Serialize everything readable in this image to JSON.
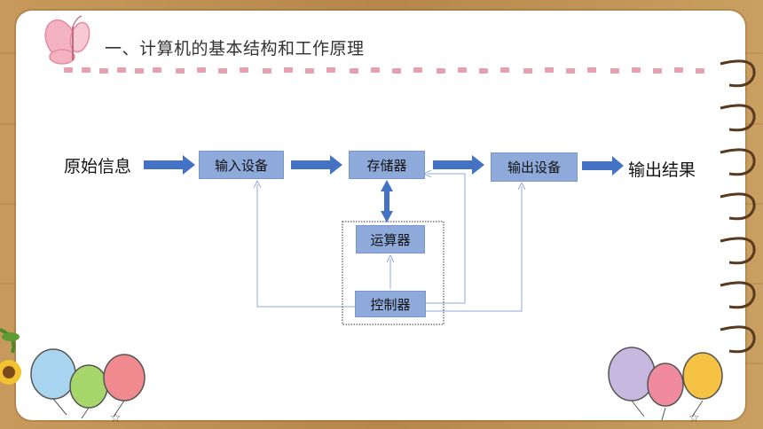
{
  "header": {
    "title": "一、计算机的基本结构和工作原理"
  },
  "diagram": {
    "source_text": "原始信息",
    "result_text": "输出结果",
    "nodes": {
      "input": "输入设备",
      "memory": "存储器",
      "output": "输出设备",
      "alu": "运算器",
      "controller": "控制器"
    }
  },
  "colors": {
    "box_fill": "#8eaadb",
    "thick_arrow": "#4472c4",
    "thin_line": "#8faadc",
    "dash_pink": "#e6a0ae"
  },
  "icons": [
    "butterfly-icon",
    "balloons-left-icon",
    "balloons-right-icon",
    "spiral-binding-icon",
    "sunflower-icon"
  ]
}
